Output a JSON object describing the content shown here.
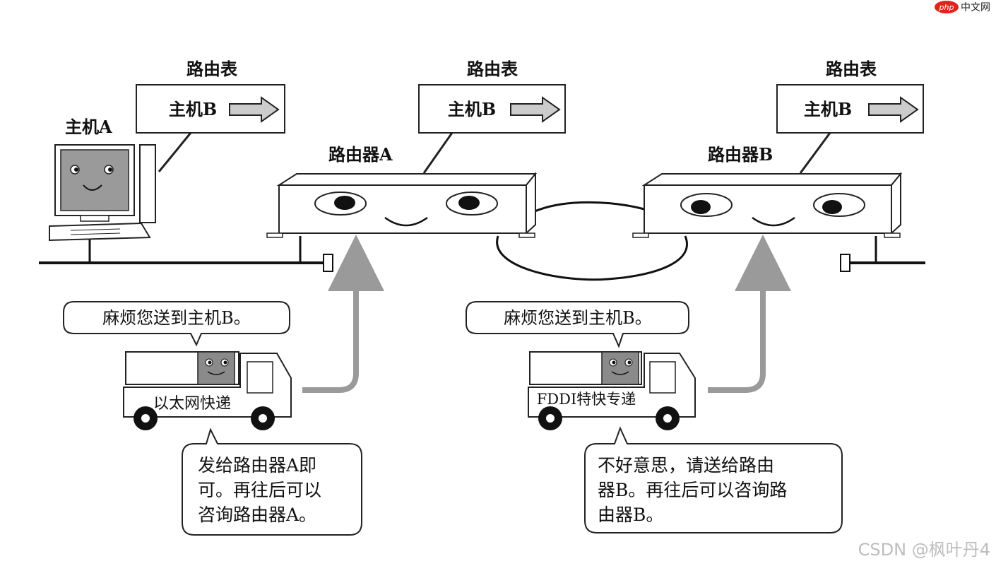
{
  "watermark_top": {
    "php": "php",
    "site": "中文网"
  },
  "watermark_bottom": "CSDN @枫叶丹4",
  "routing_tables": [
    {
      "title": "路由表",
      "entry": "主机B"
    },
    {
      "title": "路由表",
      "entry": "主机B"
    },
    {
      "title": "路由表",
      "entry": "主机B"
    }
  ],
  "host": {
    "label": "主机A"
  },
  "router_a": {
    "label": "路由器A"
  },
  "router_b": {
    "label": "路由器B"
  },
  "truck_left": {
    "speech": "麻烦您送到主机B。",
    "body_text": "以太网快递",
    "reply_lines": [
      "发给路由器A即",
      "可。再往后可以",
      "咨询路由器A。"
    ]
  },
  "truck_right": {
    "speech": "麻烦您送到主机B。",
    "body_text": "FDDI特快专递",
    "reply_lines": [
      "不好意思，请送给路由",
      "器B。再往后可以咨询路",
      "由器B。"
    ]
  },
  "colors": {
    "ink": "#111111",
    "screen": "#9a9a9a",
    "arrow": "#9a9a9a",
    "logo": "#e2231a"
  }
}
